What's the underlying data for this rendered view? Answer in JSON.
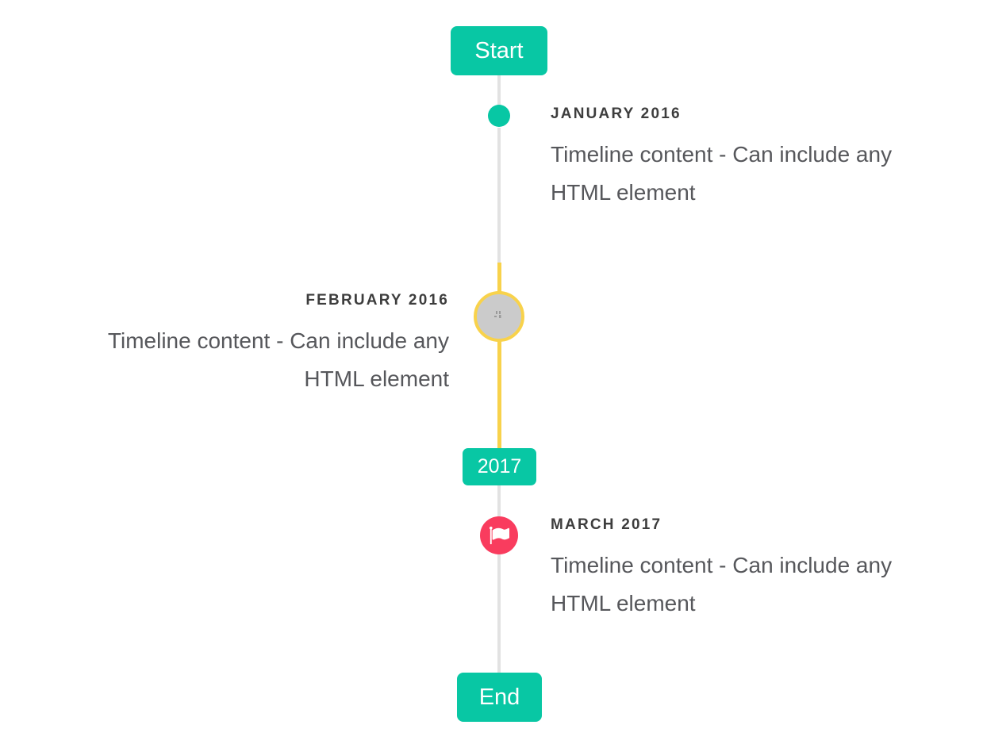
{
  "colors": {
    "accent_teal": "#08C7A4",
    "accent_yellow": "#F8D24B",
    "accent_red": "#F93C5E",
    "line_gray": "#E2E2E2",
    "marker_gray_fill": "#CBCBCB",
    "marker_glyph": "#9A9A9A",
    "title_text": "#3D3D3D",
    "content_text": "#56575B",
    "button_text": "#FFFFFF"
  },
  "timeline": {
    "start_label": "Start",
    "year_label": "2017",
    "end_label": "End",
    "entries": [
      {
        "title": "JANUARY 2016",
        "side": "right",
        "marker": "teal-dot",
        "content_lines": [
          "Timeline content - Can include any",
          "HTML element"
        ]
      },
      {
        "title": "FEBRUARY 2016",
        "side": "left",
        "marker": "gray-image-circle-yellow-ring",
        "content_lines": [
          "Timeline content - Can include any",
          "HTML element"
        ]
      },
      {
        "title": "MARCH 2017",
        "side": "right",
        "marker": "red-flag-circle",
        "content_lines": [
          "Timeline content - Can include any",
          "HTML element"
        ]
      }
    ]
  }
}
